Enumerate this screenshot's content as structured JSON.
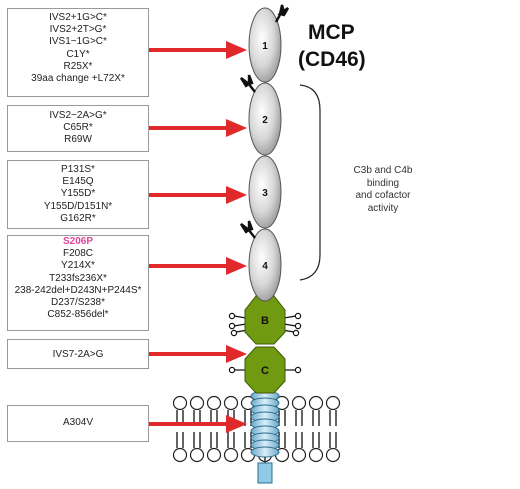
{
  "title_line1": "MCP",
  "title_line2": "(CD46)",
  "region_note": [
    "C3b and C4b",
    "binding",
    "and cofactor",
    "activity"
  ],
  "mutation_boxes": [
    {
      "lines": [
        "IVS2+1G>C*",
        "IVS2+2T>G*",
        "IVS1−1G>C*",
        "C1Y*",
        "R25X*",
        "39aa change +L72X*"
      ]
    },
    {
      "lines": [
        "IVS2−2A>G*",
        "C65R*",
        "R69W"
      ]
    },
    {
      "lines": [
        "P131S*",
        "E145Q",
        "Y155D*",
        "Y155D/D151N*",
        "G162R*"
      ]
    },
    {
      "lines": [
        "S206P",
        "F208C",
        "Y214X*",
        "T233fs236X*",
        "238-242del+D243N+P244S*",
        "D237/S238*",
        "C852-856del*"
      ],
      "highlight_index": 0
    },
    {
      "lines": [
        "IVS7-2A>G"
      ]
    },
    {
      "lines": [
        "A304V"
      ]
    }
  ],
  "domain_labels": [
    "1",
    "2",
    "3",
    "4",
    "B",
    "C"
  ],
  "colors": {
    "arrow": "#e0292b",
    "highlight": "#e0479a",
    "sushi_fill": "#d8d8d8",
    "stp_fill": "#6f9a12",
    "tm_fill": "#a9d3ea",
    "cyto_fill": "#8fcbe6",
    "glycan": "#111111"
  }
}
